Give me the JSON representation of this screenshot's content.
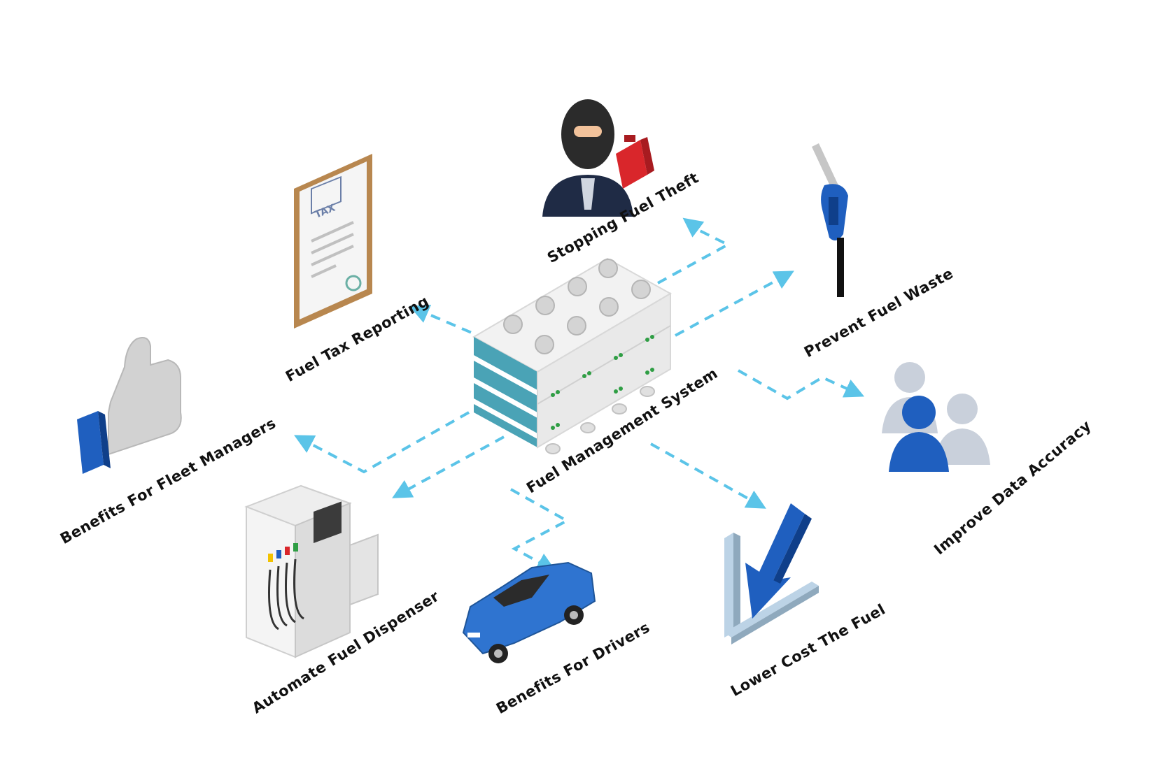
{
  "diagram": {
    "center": {
      "label": "Fuel Management System"
    },
    "nodes": [
      {
        "id": "stopping-fuel-theft",
        "label": "Stopping Fuel Theft"
      },
      {
        "id": "prevent-fuel-waste",
        "label": "Prevent Fuel Waste"
      },
      {
        "id": "fuel-tax-reporting",
        "label": "Fuel Tax Reporting"
      },
      {
        "id": "benefits-for-fleet-managers",
        "label": "Benefits For Fleet Managers"
      },
      {
        "id": "improve-data-accuracy",
        "label": "Improve Data Accuracy"
      },
      {
        "id": "automate-fuel-dispenser",
        "label": "Automate Fuel Dispenser"
      },
      {
        "id": "benefits-for-drivers",
        "label": "Benefits For Drivers"
      },
      {
        "id": "lower-cost-the-fuel",
        "label": "Lower Cost The Fuel"
      }
    ],
    "tax_doc_text": "TAX",
    "colors": {
      "arrow": "#5bc4e8",
      "accent_blue": "#1f5fbf",
      "teal": "#4aa3b6",
      "car_blue": "#2f74d0",
      "jerrycan_red": "#d9262b"
    }
  }
}
